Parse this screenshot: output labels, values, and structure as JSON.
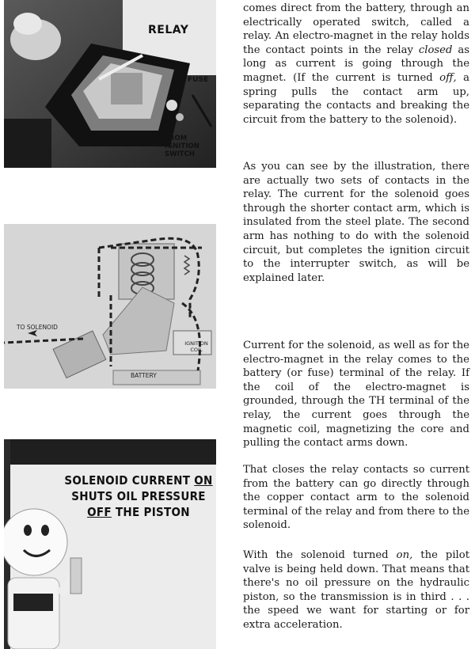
{
  "figures": {
    "relay_photo": {
      "relay_label": "RELAY",
      "fuse_label": "FUSE",
      "ignition_label": "FROM\nIGNITION\nSWITCH"
    },
    "circuit_diagram": {
      "to_solenoid_label": "TO SOLENOID",
      "ignition_coil_label": "IGNITION\nCOIL",
      "battery_label": "BATTERY"
    },
    "cartoon": {
      "line1_a": "SOLENOID CURRENT ",
      "line1_b": "ON",
      "line2": "SHUTS OIL PRESSURE",
      "line3_a": "OFF",
      "line3_b": " THE PISTON"
    }
  },
  "paragraphs": {
    "p1_a": "comes direct from the battery, through an electrically operated switch, called a relay. An electro-magnet in the relay holds the contact points in the relay ",
    "p1_b": "closed",
    "p1_c": " as long as current is going through the magnet. (If the current is turned ",
    "p1_d": "off,",
    "p1_e": " a spring pulls the contact arm up, separating the contacts and breaking the circuit from the battery to the solenoid).",
    "p2": "As you can see by the illustration, there are actually two sets of contacts in the relay. The current for the solenoid goes through the shorter contact arm, which is insulated from the steel plate. The second arm has nothing to do with the solenoid circuit, but completes the ignition circuit to the interrupter switch, as will be explained later.",
    "p3": "Current for the solenoid, as well as for the electro-magnet in the relay comes to the battery (or fuse) terminal of the relay. If the coil of the electro-magnet is grounded, through the TH terminal of the relay, the current goes through the magnetic coil, magnetizing the core and pulling the contact arms down.",
    "p4": "That closes the relay contacts so current from the battery can go directly through the copper contact arm to the solenoid terminal of the relay and from there to the solenoid.",
    "p5_a": "With the solenoid turned ",
    "p5_b": "on,",
    "p5_c": " the pilot valve is being held down. That means that there's no oil pressure on the hydraulic piston, so the transmission is in third . . . the speed we want for starting or for extra acceleration."
  }
}
